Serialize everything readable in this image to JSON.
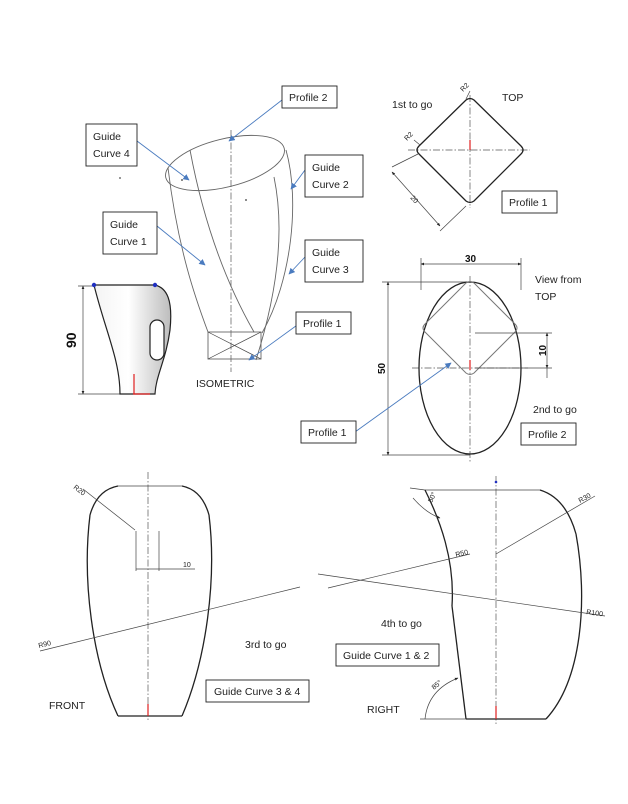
{
  "callouts": {
    "profile2_top": "Profile 2",
    "guide4_line1": "Guide",
    "guide4_line2": "Curve 4",
    "guide2_line1": "Guide",
    "guide2_line2": "Curve 2",
    "guide1_line1": "Guide",
    "guide1_line2": "Curve 1",
    "guide3_line1": "Guide",
    "guide3_line2": "Curve 3",
    "profile1_iso": "Profile 1",
    "profile1_top": "Profile 1",
    "profile1_bottom": "Profile 1",
    "profile2_bottom": "Profile 2",
    "guide34": "Guide Curve 3 & 4",
    "guide12": "Guide Curve 1 & 2"
  },
  "labels": {
    "isometric": "ISOMETRIC",
    "top": "TOP",
    "first_to_go": "1st to go",
    "view_from_line1": "View from",
    "view_from_line2": "TOP",
    "second_to_go": "2nd to go",
    "third_to_go": "3rd to go",
    "fourth_to_go": "4th to go",
    "front": "FRONT",
    "right": "RIGHT"
  },
  "dimensions": {
    "solid_height": "90",
    "r2_a": "R2",
    "r2_b": "R2",
    "diag_20": "20",
    "width_30": "30",
    "height_50": "50",
    "offset_10": "10",
    "front_r20": "R20",
    "front_10": "10",
    "front_r90": "R90",
    "right_r30": "R30",
    "right_50deg": "50°",
    "right_r50": "R50",
    "right_r100": "R100",
    "right_85deg": "85°"
  },
  "colors": {
    "leader": "#4a7bbf",
    "origin": "#e02020",
    "vertex": "#2030c0"
  }
}
